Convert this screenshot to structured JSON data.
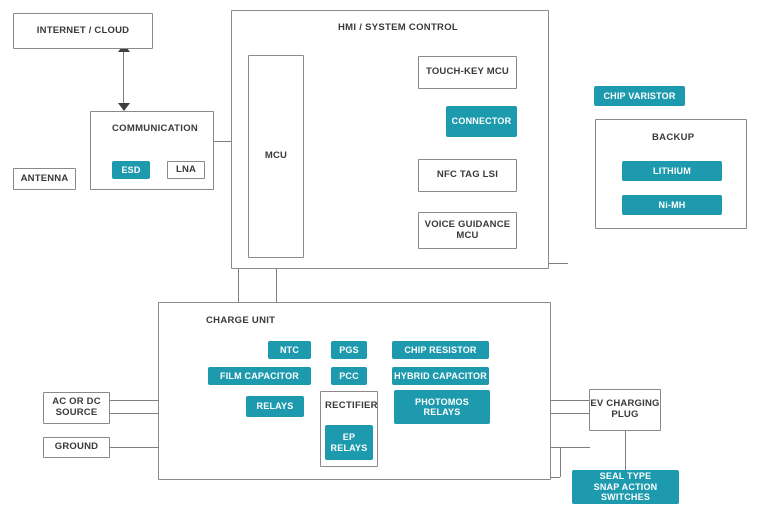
{
  "diagram": {
    "title": "EV Charging System Block Diagram",
    "colors": {
      "accent_teal": "#1e9aae",
      "box_border": "#8a8a8a",
      "wire": "#7d7d7d",
      "text_dark": "#3a3a3a",
      "background": "#ffffff"
    }
  },
  "top_left": {
    "internet_cloud": "INTERNET / CLOUD",
    "antenna": "ANTENNA",
    "communication": {
      "title": "COMMUNICATION",
      "esd": "ESD",
      "lna": "LNA"
    }
  },
  "hmi": {
    "title": "HMI / SYSTEM CONTROL",
    "mcu": "MCU",
    "blocks": [
      {
        "label": "TOUCH-KEY MCU",
        "style": "outline"
      },
      {
        "label": "CONNECTOR",
        "style": "teal"
      },
      {
        "label": "NFC TAG LSI",
        "style": "outline"
      },
      {
        "label": "VOICE GUIDANCE\nMCU",
        "style": "outline"
      }
    ]
  },
  "right_column": {
    "chip_varistor": "CHIP VARISTOR",
    "backup": {
      "title": "BACKUP",
      "items": [
        {
          "label": "LITHIUM"
        },
        {
          "label": "Ni-MH"
        }
      ]
    }
  },
  "charge_unit": {
    "title": "CHARGE UNIT",
    "chips": [
      {
        "label": "NTC"
      },
      {
        "label": "PGS"
      },
      {
        "label": "CHIP RESISTOR"
      },
      {
        "label": "FILM CAPACITOR"
      },
      {
        "label": "PCC"
      },
      {
        "label": "HYBRID CAPACITOR"
      },
      {
        "label": "RELAYS"
      },
      {
        "label": "PHOTOMOS\nRELAYS"
      },
      {
        "label": "EP\nRELAYS"
      }
    ],
    "rectifier": "RECTIFIER"
  },
  "io": {
    "ac_or_dc_source": "AC OR DC\nSOURCE",
    "ground": "GROUND",
    "ev_charging_plug": "EV CHARGING\nPLUG",
    "seal_type_switches": "SEAL TYPE\nSNAP ACTION SWITCHES"
  }
}
